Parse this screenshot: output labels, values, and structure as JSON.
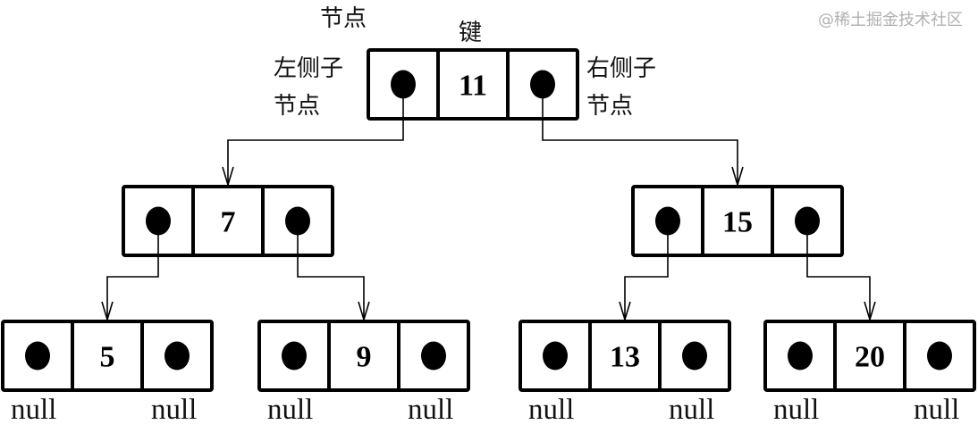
{
  "labels": {
    "node": "节点",
    "key": "键",
    "left_child": "左侧子",
    "left_child_2": "节点",
    "right_child": "右侧子",
    "right_child_2": "节点"
  },
  "null_label": "null",
  "nodes": [
    {
      "id": "n11",
      "key": "11",
      "left": "n7",
      "right": "n15"
    },
    {
      "id": "n7",
      "key": "7",
      "left": "n5",
      "right": "n9"
    },
    {
      "id": "n15",
      "key": "15",
      "left": "n13",
      "right": "n20"
    },
    {
      "id": "n5",
      "key": "5",
      "left": null,
      "right": null
    },
    {
      "id": "n9",
      "key": "9",
      "left": null,
      "right": null
    },
    {
      "id": "n13",
      "key": "13",
      "left": null,
      "right": null
    },
    {
      "id": "n20",
      "key": "20",
      "left": null,
      "right": null
    }
  ],
  "watermark": "@稀土掘金技术社区",
  "colors": {
    "stroke": "#000000",
    "background": "#ffffff"
  }
}
